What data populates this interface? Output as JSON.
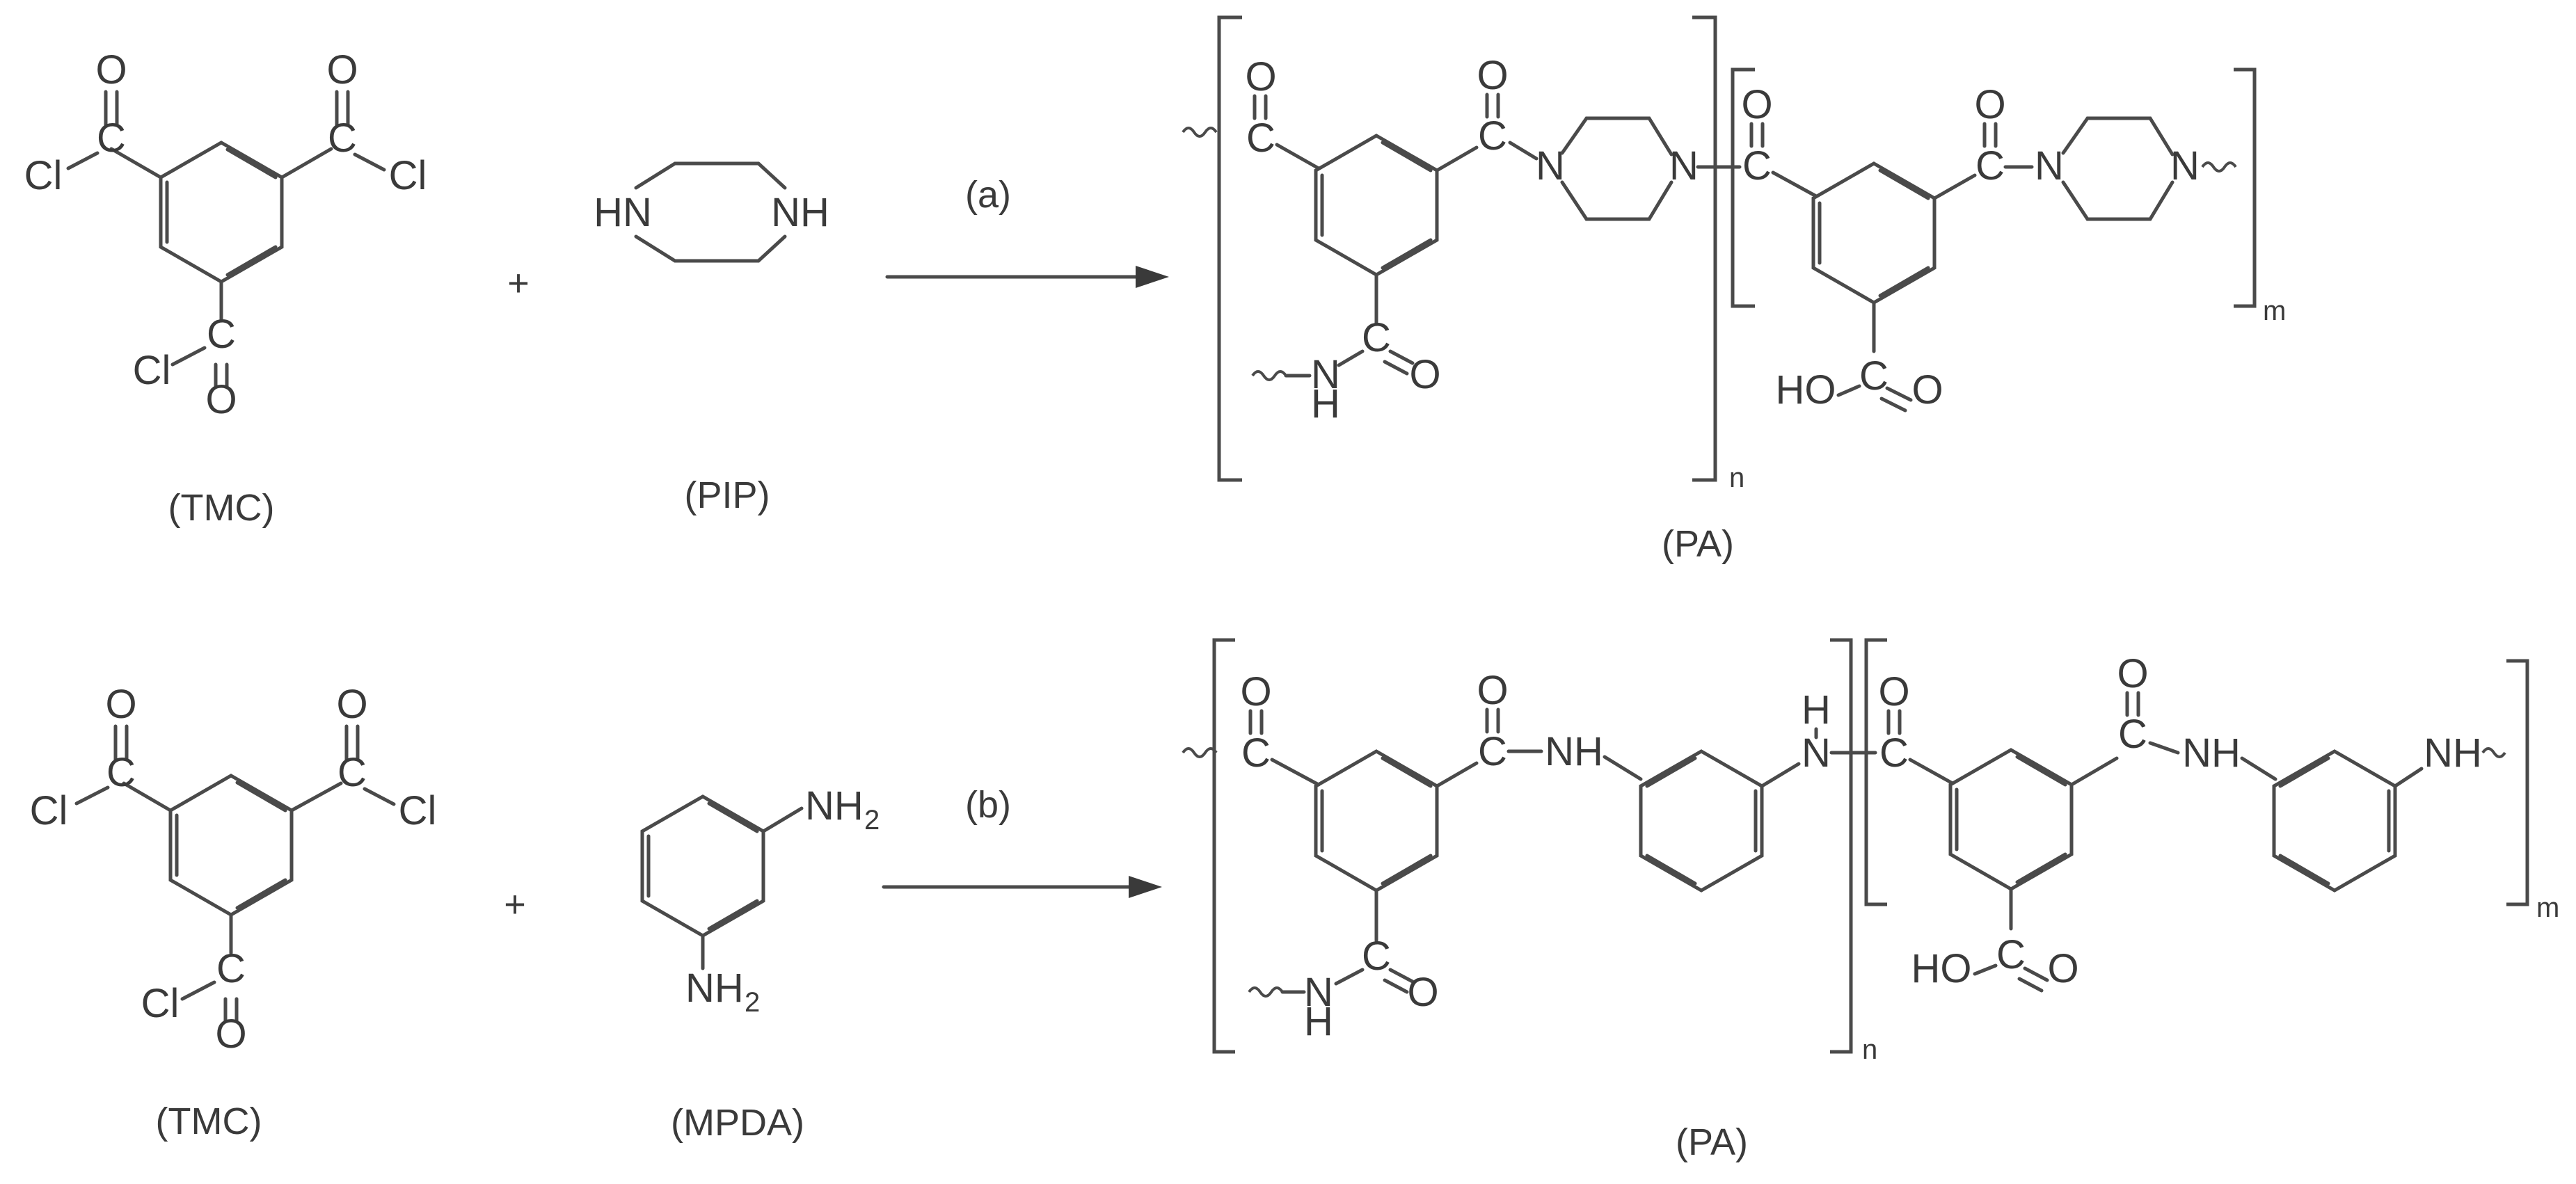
{
  "labels": {
    "tmc": "(TMC)",
    "pip": "(PIP)",
    "mpda": "(MPDA)",
    "pa": "(PA)",
    "plus": "+",
    "cond_a": "(a)",
    "cond_b": "(b)",
    "rep_n": "n",
    "rep_m": "m"
  },
  "atoms": {
    "cl": "Cl",
    "o": "O",
    "c": "C",
    "n": "N",
    "h": "H",
    "hn": "HN",
    "nh": "NH",
    "ho": "HO",
    "nh2": "NH",
    "two": "2"
  }
}
